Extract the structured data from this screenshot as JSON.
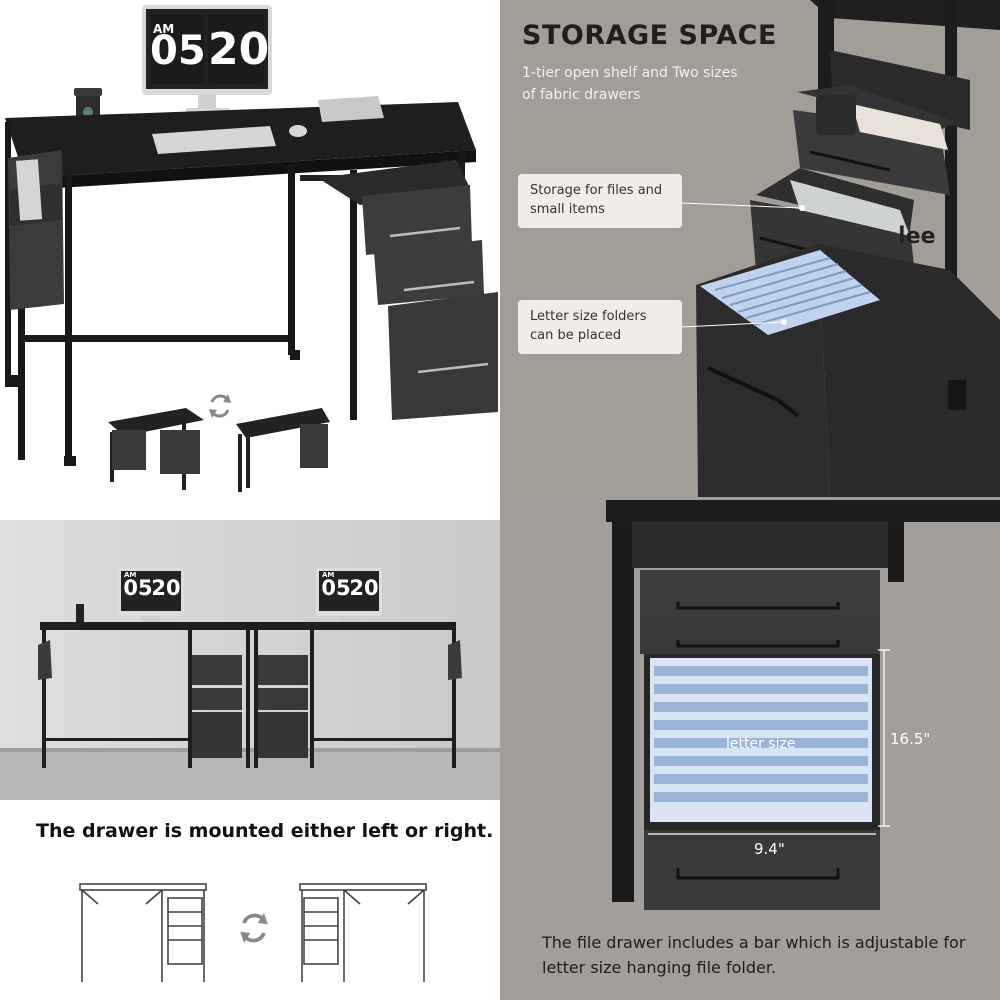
{
  "top_left": {
    "clock": {
      "ampm": "AM",
      "hours": "05",
      "minutes": "20"
    },
    "rotate_icon": "rotate-arrows-icon"
  },
  "top_right": {
    "title": "STORAGE SPACE",
    "subtitle": "1-tier open shelf and Two sizes of fabric drawers",
    "callout_files": "Storage for files and small items",
    "callout_folders": "Letter size folders can be placed",
    "book_text": "ǝǝן"
  },
  "bottom_left": {
    "clock_left": {
      "ampm": "AM",
      "hours": "05",
      "minutes": "20"
    },
    "clock_right": {
      "ampm": "AM",
      "hours": "05",
      "minutes": "20"
    },
    "caption": "The drawer is mounted either left or right.",
    "rotate_icon": "rotate-arrows-icon"
  },
  "bottom_right": {
    "folder_label": "letter size",
    "height_dim": "16.5\"",
    "width_dim": "9.4\"",
    "caption": "The file drawer includes a bar which is adjustable for letter size hanging file folder."
  },
  "colors": {
    "desk_black": "#1e1e1e",
    "drawer_grey": "#3a3a3a",
    "wall_grey": "#a29c97",
    "folder_blue": "#a9c4ea"
  }
}
